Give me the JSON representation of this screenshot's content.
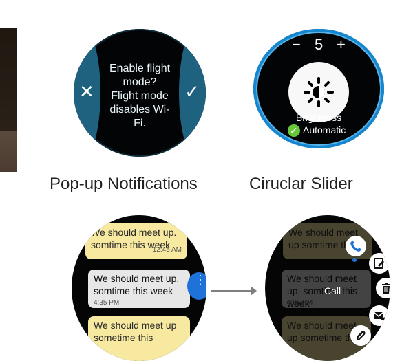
{
  "popup": {
    "text_lines": [
      "Enable flight",
      "mode?",
      "Flight mode",
      "disables Wi-Fi."
    ],
    "cancel_icon": "close-icon",
    "confirm_icon": "check-icon"
  },
  "slider": {
    "minus_label": "−",
    "value": "5",
    "plus_label": "+",
    "center_icon": "sun-icon",
    "brightness_label": "Brightness",
    "automatic_label": "Automatic"
  },
  "captions": {
    "left": "Pop-up Notifications",
    "right": "Ciruclar Slider"
  },
  "messages_left": {
    "bubble1_text": "We should meet up. somtime this week",
    "bubble1_time": "12:45 AM",
    "bubble2_text": "We should meet up. somtime this week",
    "bubble2_time": "4:35 PM",
    "bubble3_text": "We should meet up sometime this"
  },
  "messages_right": {
    "bubble1_text": "We should meet up somtime this",
    "bubble2_text": "We should meet up. somtime this week",
    "bubble2_time": "4:35 PM",
    "bubble3_text": "We should meet up sometime this",
    "call_label": "Call",
    "actions": [
      "phone-icon",
      "edit-icon",
      "trash-icon",
      "mail-icon",
      "paperclip-icon"
    ]
  },
  "colors": {
    "watch_blue": "#1e6280",
    "slider_ring": "#1687cf",
    "check_green": "#69c73a",
    "bubble_yellow": "#f8e9a0",
    "bubble_gray": "#e7e7e7",
    "handle_blue": "#1f72d9"
  }
}
